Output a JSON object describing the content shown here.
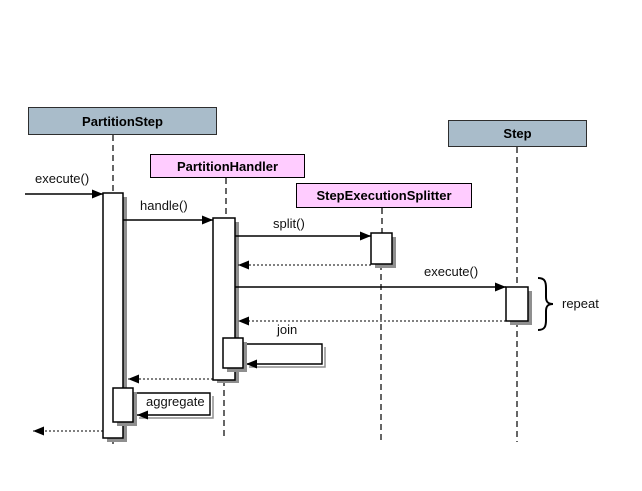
{
  "colors": {
    "background": "#ffffff",
    "participant_gray_blue": "#a9bcca",
    "participant_pink": "#ffccff",
    "line": "#000000",
    "shadow": "#8f8f8f"
  },
  "diagram": {
    "type": "uml-sequence-diagram",
    "participants": [
      {
        "label": "PartitionStep",
        "header_color": "#a9bcca"
      },
      {
        "label": "PartitionHandler",
        "header_color": "#ffccff"
      },
      {
        "label": "StepExecutionSplitter",
        "header_color": "#ffccff"
      },
      {
        "label": "Step",
        "header_color": "#a9bcca"
      }
    ],
    "messages": [
      {
        "label": "execute()",
        "to": "PartitionStep",
        "style": "solid"
      },
      {
        "label": "handle()",
        "from": "PartitionStep",
        "to": "PartitionHandler",
        "style": "solid"
      },
      {
        "label": "split()",
        "from": "PartitionHandler",
        "to": "StepExecutionSplitter",
        "style": "solid"
      },
      {
        "label": "execute()",
        "from": "PartitionHandler",
        "to": "Step",
        "style": "solid"
      },
      {
        "label": "join",
        "from": "PartitionHandler",
        "to": "PartitionHandler",
        "style": "self"
      },
      {
        "label": "aggregate",
        "from": "PartitionStep",
        "to": "PartitionStep",
        "style": "self"
      }
    ],
    "returns": [
      {
        "from": "StepExecutionSplitter",
        "to": "PartitionHandler",
        "style": "dotted"
      },
      {
        "from": "Step",
        "to": "PartitionHandler",
        "style": "dotted"
      },
      {
        "from": "PartitionHandler",
        "to": "PartitionStep",
        "style": "dotted"
      },
      {
        "from": "PartitionStep",
        "to": "caller",
        "style": "dotted"
      }
    ],
    "annotation": {
      "label": "repeat",
      "target": "Step activation"
    }
  }
}
